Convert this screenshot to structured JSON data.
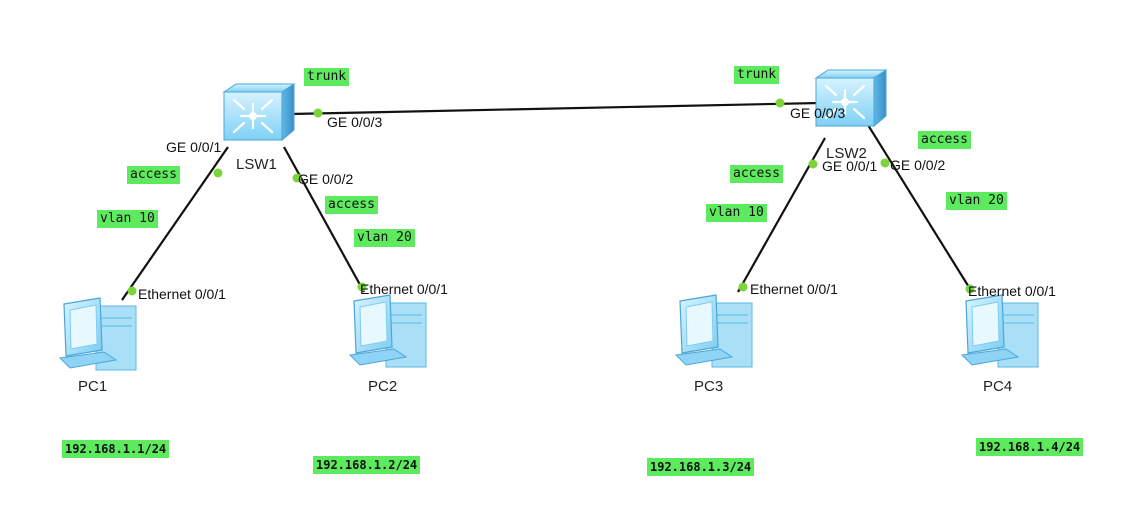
{
  "switches": [
    {
      "name": "LSW1"
    },
    {
      "name": "LSW2"
    }
  ],
  "pcs": [
    {
      "name": "PC1",
      "ip": "192.168.1.1/24"
    },
    {
      "name": "PC2",
      "ip": "192.168.1.2/24"
    },
    {
      "name": "PC3",
      "ip": "192.168.1.3/24"
    },
    {
      "name": "PC4",
      "ip": "192.168.1.4/24"
    }
  ],
  "ports": {
    "lsw1_ge1": "GE 0/0/1",
    "lsw1_ge2": "GE 0/0/2",
    "lsw1_ge3": "GE 0/0/3",
    "lsw2_ge1": "GE 0/0/1",
    "lsw2_ge2": "GE 0/0/2",
    "lsw2_ge3": "GE 0/0/3",
    "pc1_eth": "Ethernet 0/0/1",
    "pc2_eth": "Ethernet 0/0/1",
    "pc3_eth": "Ethernet 0/0/1",
    "pc4_eth": "Ethernet 0/0/1"
  },
  "tags": {
    "trunk_left": "trunk",
    "trunk_right": "trunk",
    "access_pc1": "access",
    "access_pc2": "access",
    "access_pc3": "access",
    "access_pc4": "access",
    "vlan_pc1": "vlan 10",
    "vlan_pc2": "vlan 20",
    "vlan_pc3": "vlan 10",
    "vlan_pc4": "vlan 20"
  },
  "colors": {
    "label_bg": "#5eea5e",
    "port_dot": "#7ad43a",
    "link": "#111111",
    "device_blue": "#8fd3f5"
  }
}
